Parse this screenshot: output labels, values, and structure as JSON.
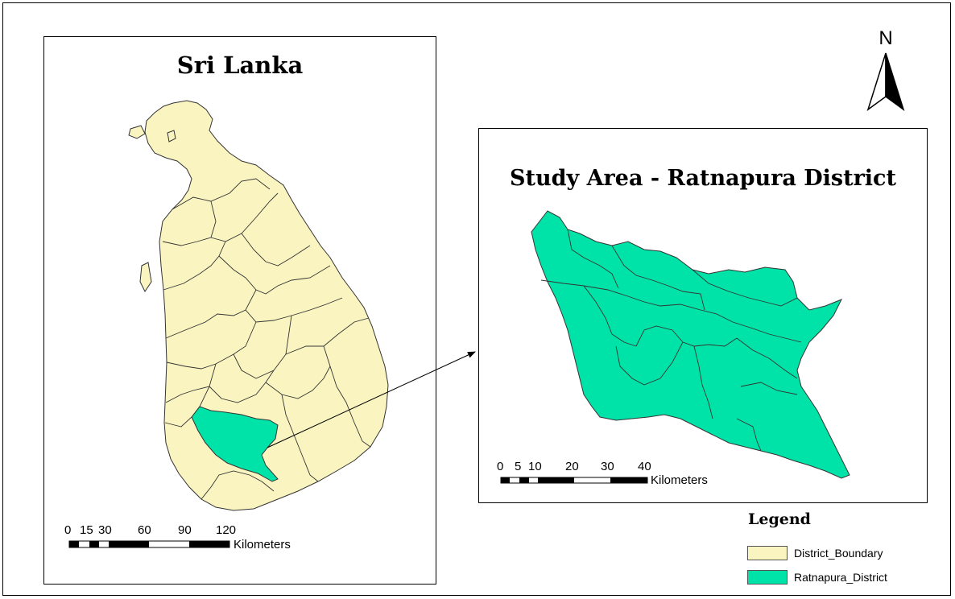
{
  "colors": {
    "district_fill": "#FAF5C0",
    "ratnapura_fill": "#00E3A8",
    "border": "#333333"
  },
  "overview_map": {
    "title": "Sri Lanka",
    "scale": {
      "ticks": [
        "0",
        "15",
        "30",
        "60",
        "90",
        "120"
      ],
      "unit": "Kilometers"
    }
  },
  "study_area_map": {
    "title": "Study Area - Ratnapura District",
    "scale": {
      "ticks": [
        "0",
        "5",
        "10",
        "20",
        "30",
        "40"
      ],
      "unit": "Kilometers"
    }
  },
  "north_arrow": {
    "label": "N",
    "icon": "north-arrow-icon"
  },
  "legend": {
    "title": "Legend",
    "items": [
      {
        "label": "District_Boundary",
        "color": "#FAF5C0"
      },
      {
        "label": "Ratnapura_District",
        "color": "#00E3A8"
      }
    ]
  }
}
